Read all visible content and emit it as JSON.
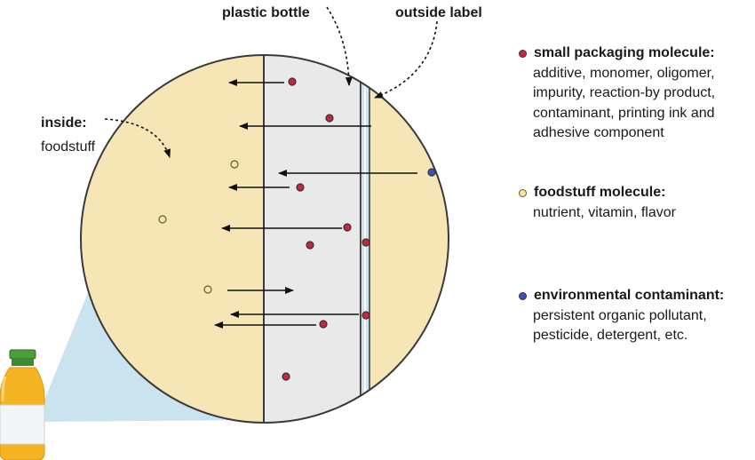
{
  "labels": {
    "plastic_bottle": "plastic bottle",
    "outside_label": "outside label",
    "inside": "inside:",
    "foodstuff": "foodstuff"
  },
  "legend": {
    "packaging": {
      "title": "small packaging molecule:",
      "lines": [
        "additive, monomer, oligomer,",
        "impurity, reaction-by product,",
        "contaminant, printing ink and",
        "adhesive component"
      ]
    },
    "foodstuff": {
      "title": "foodstuff molecule:",
      "lines": [
        "nutrient, vitamin, flavor"
      ]
    },
    "environmental": {
      "title": "environmental contaminant:",
      "lines": [
        "persistent organic pollutant,",
        "pesticide, detergent, etc."
      ]
    }
  },
  "colors": {
    "circle_fill": "#f7e6b5",
    "circle_stroke": "#3a3a3a",
    "wall_fill": "#e8e8e8",
    "label_layer": "#cfe3ef",
    "packaging_molecule": "#c8253e",
    "foodstuff_molecule": "#f1e3a3",
    "environmental_molecule": "#3b4fc4",
    "zoom_cone": "#c9e4ee",
    "bottle_liquid": "#f5b522",
    "bottle_cap": "#4d9e3a"
  }
}
